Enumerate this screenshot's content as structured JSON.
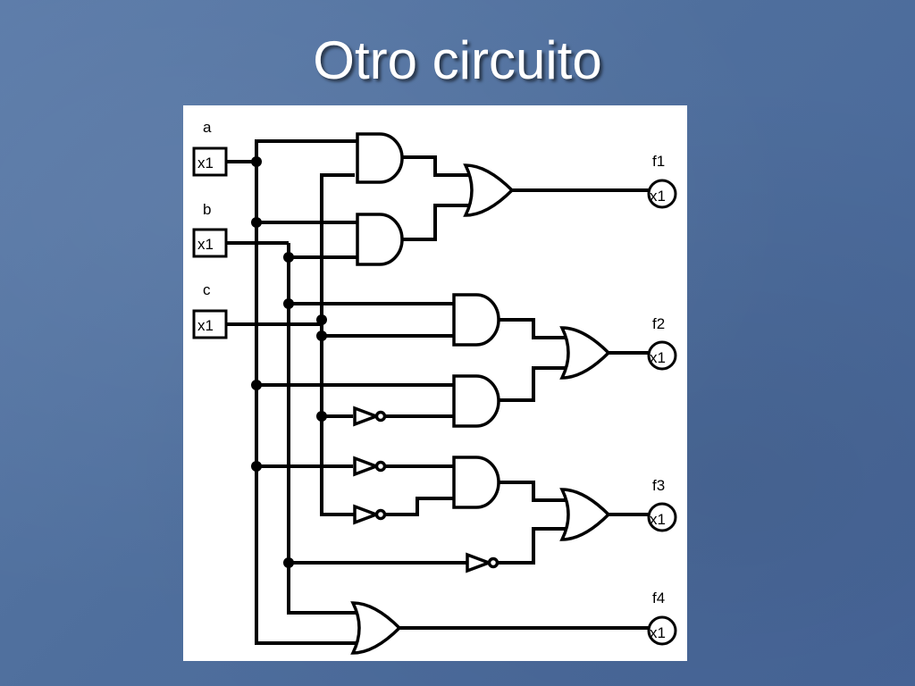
{
  "slide": {
    "title": "Otro circuito"
  },
  "circuit": {
    "inputs": [
      {
        "name": "a",
        "buffer": "x1"
      },
      {
        "name": "b",
        "buffer": "x1"
      },
      {
        "name": "c",
        "buffer": "x1"
      }
    ],
    "outputs": [
      {
        "name": "f1",
        "buffer": "x1"
      },
      {
        "name": "f2",
        "buffer": "x1"
      },
      {
        "name": "f3",
        "buffer": "x1"
      },
      {
        "name": "f4",
        "buffer": "x1"
      }
    ]
  }
}
